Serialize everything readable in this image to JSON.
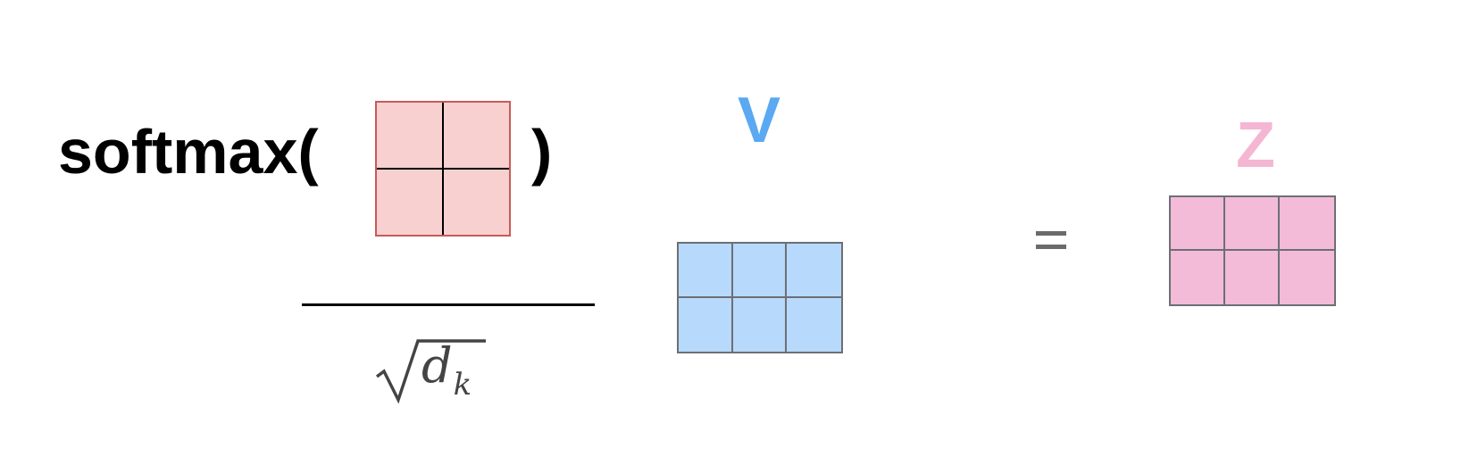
{
  "formula": {
    "function_name": "softmax(",
    "close_paren": ")",
    "equals": "=",
    "denominator": {
      "symbol": "d",
      "subscript": "k"
    }
  },
  "matrices": {
    "qk": {
      "rows": 2,
      "cols": 2,
      "color": "#f8d0d0",
      "border": "#c85a5a"
    },
    "v": {
      "label": "V",
      "rows": 2,
      "cols": 3,
      "color": "#b7d9fb",
      "label_color": "#5aa9f2"
    },
    "z": {
      "label": "Z",
      "rows": 2,
      "cols": 3,
      "color": "#f3bbd8",
      "label_color": "#f4b6d2"
    }
  }
}
